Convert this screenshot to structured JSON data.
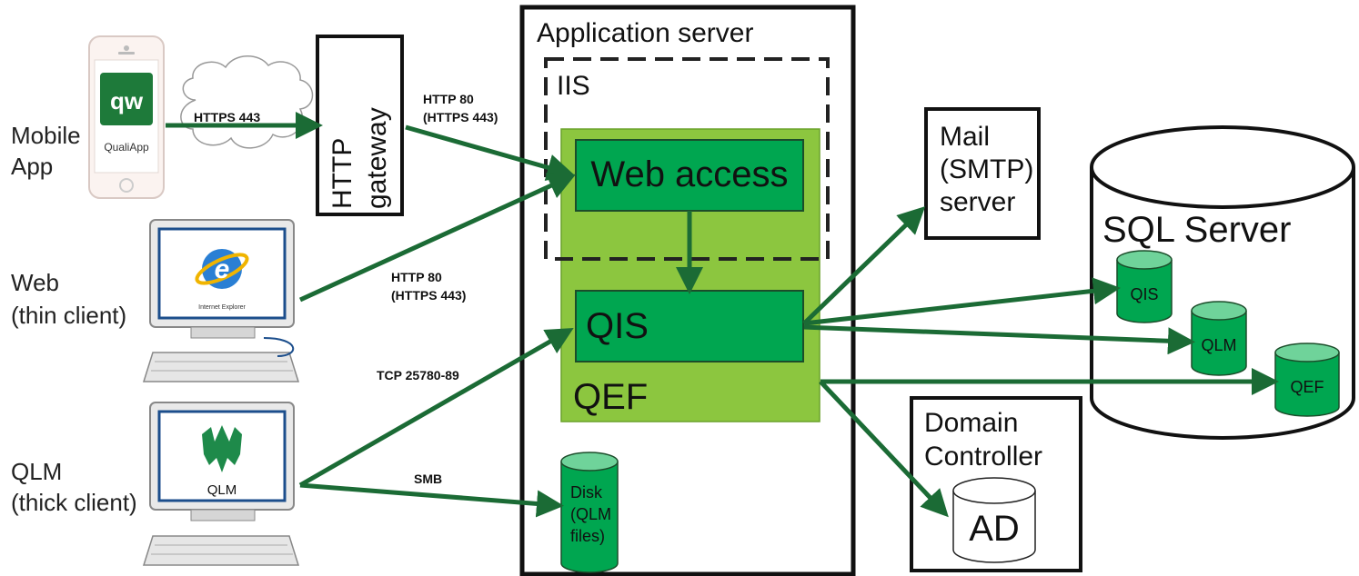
{
  "clients": {
    "mobile": {
      "line1": "Mobile",
      "line2": "App",
      "app_name": "QualiApp",
      "logo": "qw"
    },
    "web": {
      "line1": "Web",
      "line2": "(thin client)",
      "browser_caption": "Internet Explorer"
    },
    "qlm": {
      "line1": "QLM",
      "line2": "(thick client)",
      "screen_label": "QLM"
    }
  },
  "http_gateway": {
    "line1": "HTTP",
    "line2": "gateway"
  },
  "protocols": {
    "https_mobile": "HTTPS 443",
    "http_gateway_1": "HTTP 80",
    "http_gateway_2": "(HTTPS 443)",
    "http_web_1": "HTTP 80",
    "http_web_2": "(HTTPS 443)",
    "tcp": "TCP 25780-89",
    "smb": "SMB"
  },
  "app_server": {
    "title": "Application server",
    "iis": "IIS",
    "web_access": "Web access",
    "qis": "QIS",
    "qef": "QEF",
    "disk": {
      "line1": "Disk",
      "line2": "(QLM",
      "line3": "files)"
    }
  },
  "mail_server": {
    "line1": "Mail",
    "line2": "(SMTP)",
    "line3": "server"
  },
  "domain_controller": {
    "line1": "Domain",
    "line2": "Controller",
    "ad": "AD"
  },
  "sql_server": {
    "title": "SQL Server",
    "dbs": [
      "QIS",
      "QLM",
      "QEF"
    ]
  },
  "colors": {
    "arrow": "#1b6b35",
    "qef_fill": "#8cc63f",
    "box_fill": "#00a650",
    "db_fill": "#00a650",
    "db_top": "#6fd39a"
  }
}
